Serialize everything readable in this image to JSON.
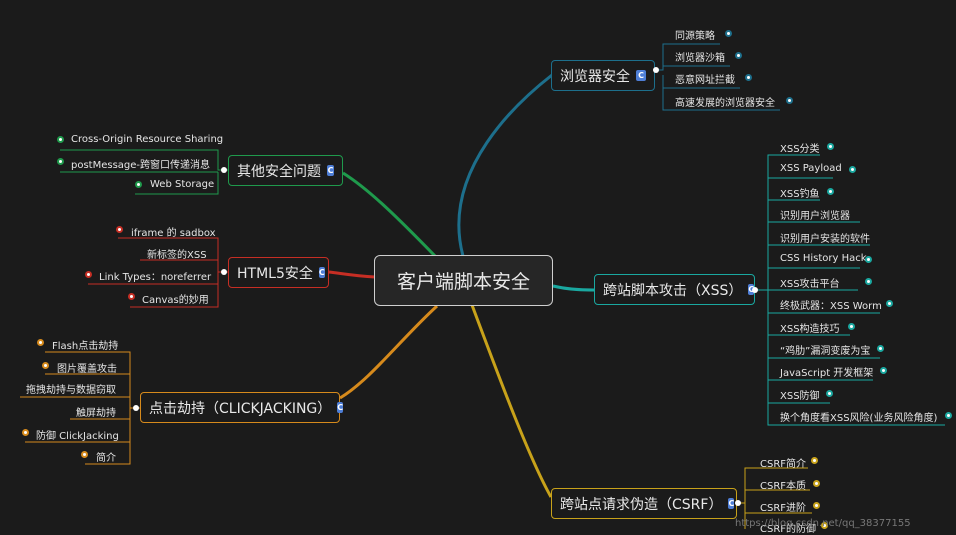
{
  "center": {
    "label": "客户端脚本安全"
  },
  "branches": {
    "browser": {
      "label": "浏览器安全",
      "color": "#1d6f8c",
      "items": [
        "同源策略",
        "浏览器沙箱",
        "恶意网址拦截",
        "高速发展的浏览器安全"
      ]
    },
    "xss": {
      "label": "跨站脚本攻击（XSS）",
      "color": "#1aa8a0",
      "items": [
        "XSS分类",
        "XSS Payload",
        "XSS钓鱼",
        "识别用户浏览器",
        "识别用户安装的软件",
        "CSS History Hack",
        "XSS攻击平台",
        "终极武器：XSS Worm",
        "XSS构造技巧",
        "“鸡肋”漏洞变废为宝",
        "JavaScript 开发框架",
        "XSS防御",
        "换个角度看XSS风险(业务风险角度)"
      ]
    },
    "csrf": {
      "label": "跨站点请求伪造（CSRF）",
      "color": "#c8a21a",
      "items": [
        "CSRF简介",
        "CSRF本质",
        "CSRF进阶",
        "CSRF的防御"
      ]
    },
    "clickjacking": {
      "label": "点击劫持（CLICKJACKING）",
      "color": "#d68a1c",
      "items": [
        "Flash点击劫持",
        "图片覆盖攻击",
        "拖拽劫持与数据窃取",
        "触屏劫持",
        "防御 ClickJacking",
        "简介"
      ]
    },
    "html5": {
      "label": "HTML5安全",
      "color": "#c62e24",
      "items": [
        "iframe 的 sadbox",
        "新标签的XSS",
        "Link   Types：noreferrer",
        "Canvas的妙用"
      ]
    },
    "other": {
      "label": "其他安全问题",
      "color": "#1f9a4c",
      "items": [
        "Cross-Origin Resource Sharing",
        "postMessage-跨窗口传递消息",
        "Web Storage"
      ]
    }
  },
  "note_icon": "note-icon",
  "watermark": "https://blog.csdn.net/qq_38377155"
}
